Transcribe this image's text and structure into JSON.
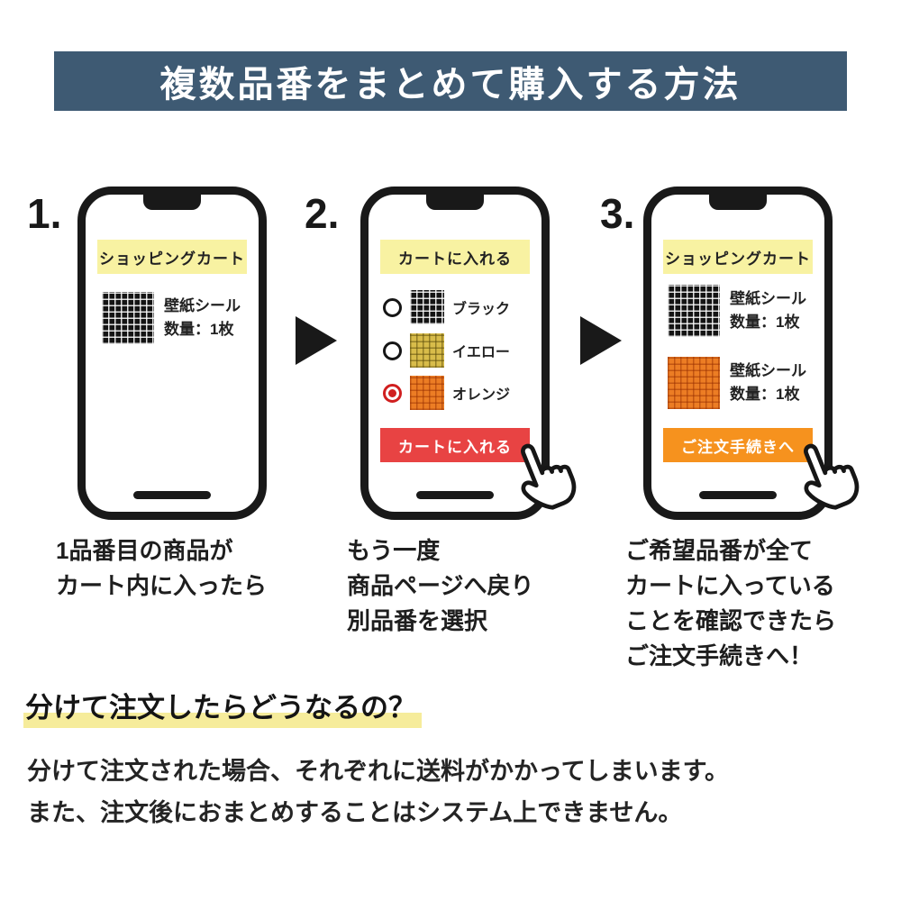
{
  "page": {
    "title": "複数品番をまとめて購入する方法"
  },
  "colors": {
    "title_banner_bg": "#3e5a73",
    "title_text": "#ffffff",
    "phone_header_bg": "#f8f2a2",
    "add_to_cart_button_bg": "#e84343",
    "checkout_button_bg": "#f6921e",
    "heading_highlight": "#f6ec9b",
    "selected_radio": "#d01f1f",
    "swatch_black": "#141414",
    "swatch_yellow": "#d8bc4a",
    "swatch_orange": "#ec7d24"
  },
  "steps": [
    {
      "number": "1.",
      "phone": {
        "header": "ショッピングカート",
        "items": [
          {
            "swatch": "black",
            "name": "壁紙シール",
            "qty": "数量：1枚"
          }
        ]
      },
      "caption_lines": [
        "1品番目の商品が",
        "カート内に入ったら"
      ]
    },
    {
      "number": "2.",
      "phone": {
        "header": "カートに入れる",
        "options": [
          {
            "selected": false,
            "swatch": "black",
            "label": "ブラック"
          },
          {
            "selected": false,
            "swatch": "yellow",
            "label": "イエロー"
          },
          {
            "selected": true,
            "swatch": "orange",
            "label": "オレンジ"
          }
        ],
        "button_label": "カートに入れる"
      },
      "caption_lines": [
        "もう一度",
        "商品ページへ戻り",
        "別品番を選択"
      ]
    },
    {
      "number": "3.",
      "phone": {
        "header": "ショッピングカート",
        "items": [
          {
            "swatch": "black",
            "name": "壁紙シール",
            "qty": "数量：1枚"
          },
          {
            "swatch": "orange",
            "name": "壁紙シール",
            "qty": "数量：1枚"
          }
        ],
        "button_label": "ご注文手続きへ"
      },
      "caption_lines": [
        "ご希望品番が全て",
        "カートに入っている",
        "ことを確認できたら",
        "ご注文手続きへ！"
      ]
    }
  ],
  "note": {
    "heading": "分けて注文したらどうなるの？",
    "body_lines": [
      "分けて注文された場合、それぞれに送料がかかってしまいます。",
      "また、注文後におまとめすることはシステム上できません。"
    ]
  },
  "icons": {
    "arrow": "right-triangle-arrow",
    "hand": "pointer-hand-cursor",
    "radio_selected": "radio-selected-red",
    "radio_unselected": "radio-unselected"
  }
}
